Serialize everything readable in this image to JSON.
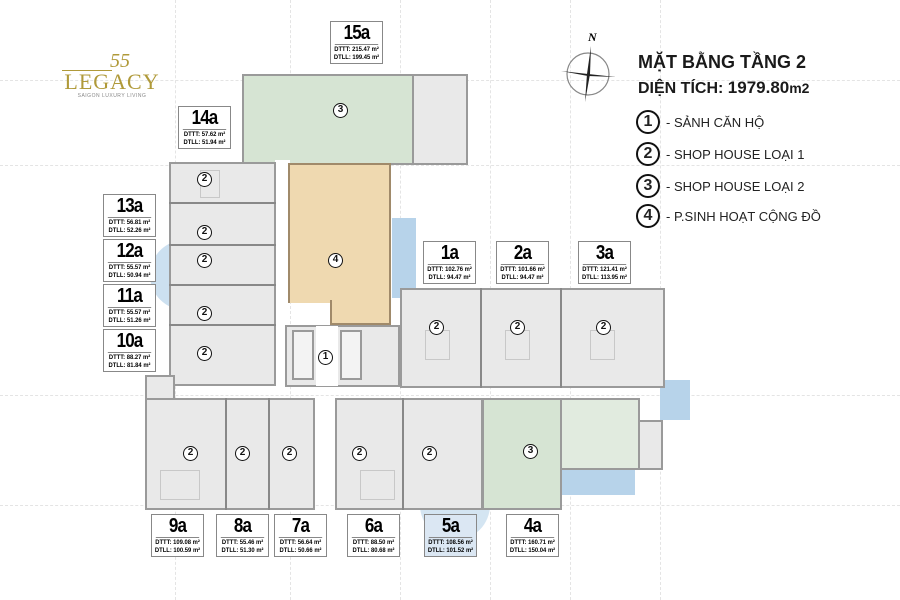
{
  "logo": {
    "brand": "LEGACY",
    "tagline": "SAIGON LUXURY LIVING",
    "mark": "55",
    "color": "#b09a3a"
  },
  "compass": {
    "label": "N"
  },
  "header": {
    "title": "MẶT BẰNG TẦNG 2",
    "area_label": "DIỆN TÍCH:",
    "area_value": "1979.80",
    "area_unit": "m2"
  },
  "legend": [
    {
      "num": "1",
      "label": "- SẢNH CĂN HỘ"
    },
    {
      "num": "2",
      "label": "- SHOP HOUSE LOẠI 1"
    },
    {
      "num": "3",
      "label": "- SHOP HOUSE LOẠI 2"
    },
    {
      "num": "4",
      "label": "- P.SINH HOẠT CỘNG ĐỒ"
    }
  ],
  "units": [
    {
      "id": "15a",
      "dttt": "DTTT: 215.47 m²",
      "dtll": "DTLL: 199.45 m²"
    },
    {
      "id": "14a",
      "dttt": "DTTT: 57.62 m²",
      "dtll": "DTLL: 51.94 m²"
    },
    {
      "id": "13a",
      "dttt": "DTTT: 56.81 m²",
      "dtll": "DTLL: 52.26 m²"
    },
    {
      "id": "12a",
      "dttt": "DTTT: 55.57 m²",
      "dtll": "DTLL: 50.94 m²"
    },
    {
      "id": "11a",
      "dttt": "DTTT: 55.57 m²",
      "dtll": "DTLL: 51.26 m²"
    },
    {
      "id": "10a",
      "dttt": "DTTT: 88.27 m²",
      "dtll": "DTLL: 81.84 m²"
    },
    {
      "id": "1a",
      "dttt": "DTTT: 102.76 m²",
      "dtll": "DTLL: 94.47 m²"
    },
    {
      "id": "2a",
      "dttt": "DTTT: 101.66 m²",
      "dtll": "DTLL: 94.47 m²"
    },
    {
      "id": "3a",
      "dttt": "DTTT: 121.41 m²",
      "dtll": "DTLL: 113.95 m²"
    },
    {
      "id": "9a",
      "dttt": "DTTT: 109.08 m²",
      "dtll": "DTLL: 100.59 m²"
    },
    {
      "id": "8a",
      "dttt": "DTTT: 55.46 m²",
      "dtll": "DTLL: 51.30 m²"
    },
    {
      "id": "7a",
      "dttt": "DTTT: 56.64 m²",
      "dtll": "DTLL: 50.66 m²"
    },
    {
      "id": "6a",
      "dttt": "DTTT: 88.50 m²",
      "dtll": "DTLL: 80.68 m²"
    },
    {
      "id": "5a",
      "dttt": "DTTT: 108.56 m²",
      "dtll": "DTLL: 101.52 m²"
    },
    {
      "id": "4a",
      "dttt": "DTTT: 160.71 m²",
      "dtll": "DTLL: 150.04 m²"
    }
  ],
  "markers": {
    "m1": "1",
    "m2": "2",
    "m3": "3",
    "m4": "4"
  },
  "colors": {
    "shop_type1": "#e9e9e9",
    "shop_type2": "#d6e4d3",
    "community_room": "#efd9b0",
    "water": "#b7d3ea"
  }
}
